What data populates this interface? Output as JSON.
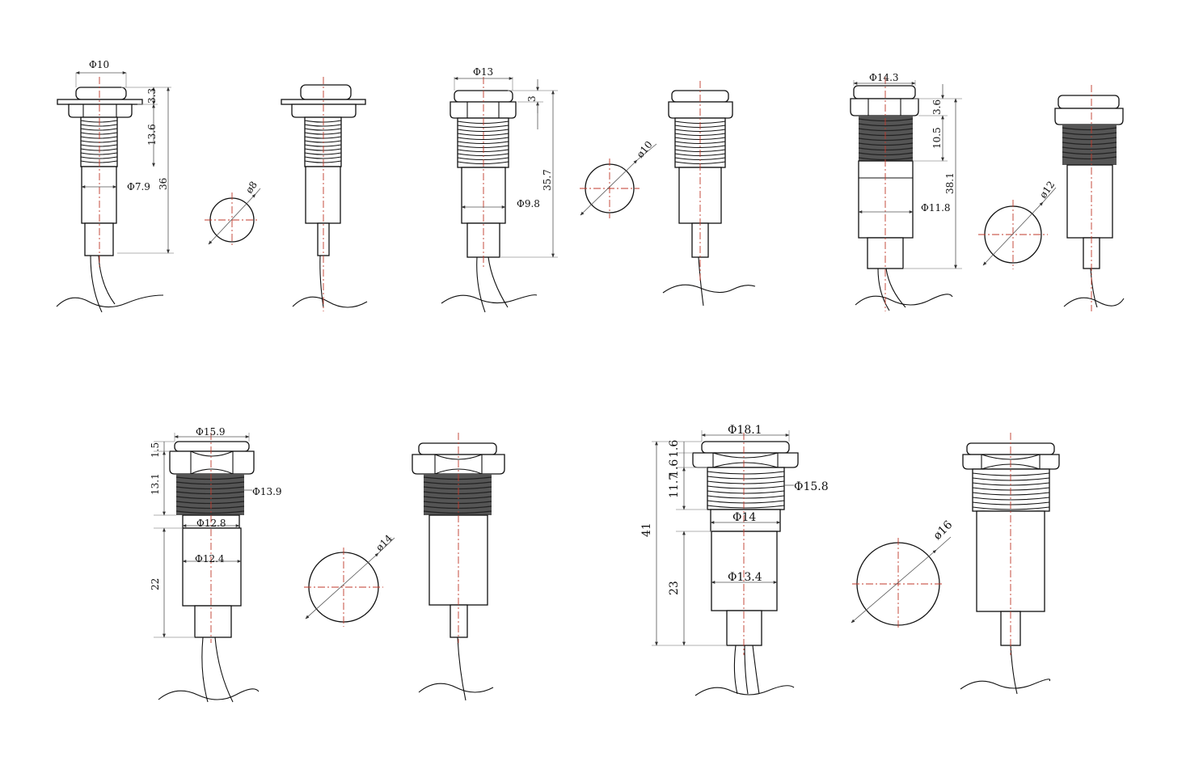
{
  "connector_1": {
    "dimensions": {
      "bezel_diameter": "Φ10",
      "bezel_height": "3.3",
      "thread_length": "13.6",
      "body_diameter": "Φ7.9",
      "overall_length": "36"
    },
    "panel_cutout": "ø8"
  },
  "connector_2": {
    "dimensions": {
      "bezel_diameter": "Φ13",
      "bezel_height": "3",
      "overall_length": "35.7",
      "body_diameter": "Φ9.8"
    },
    "panel_cutout": "ø10"
  },
  "connector_3": {
    "dimensions": {
      "bezel_diameter": "Φ14.3",
      "bezel_height": "3.6",
      "thread_length": "10.5",
      "overall_length": "38.1",
      "body_diameter": "Φ11.8"
    },
    "panel_cutout": "ø12"
  },
  "connector_4": {
    "dimensions": {
      "bezel_diameter": "Φ15.9",
      "bezel_height": "1.5",
      "thread_length": "13.1",
      "thread_diameter": "Φ13.9",
      "ring_diameter": "Φ12.8",
      "body_diameter": "Φ12.4",
      "body_length": "22"
    },
    "panel_cutout": "ø14"
  },
  "connector_5": {
    "dimensions": {
      "bezel_diameter": "Φ18.1",
      "bezel_height": "1.6",
      "nut_height": "1.6",
      "thread_length": "11.7",
      "thread_diameter": "Φ15.8",
      "ring_diameter": "Φ14",
      "body_diameter": "Φ13.4",
      "body_length": "23",
      "overall_length": "41"
    },
    "panel_cutout": "ø16"
  }
}
